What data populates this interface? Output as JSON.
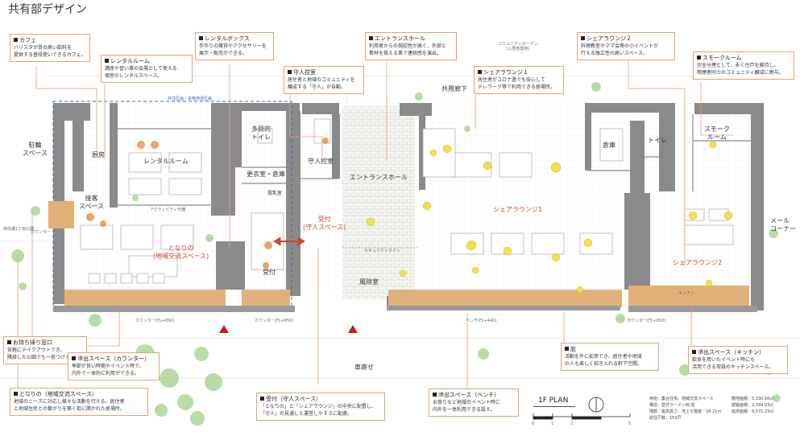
{
  "title": "共有部デザイン",
  "plan_label": "1F PLAN",
  "scale_ticks": [
    "0",
    "1",
    "2",
    "5"
  ],
  "colors": {
    "wall": "#8a8a8a",
    "wood": "#e5b47e",
    "accent_red": "#d2462a",
    "callout_border": "#e3a178",
    "tree_green": "#7fbf5e",
    "chair_yellow": "#f3e04a",
    "dashed_blue": "#3a6fb0"
  },
  "rooms": {
    "bike": "駐輪\nスペース",
    "kitchen": "厨房",
    "rental_room": "レンタルルーム",
    "reception_space": "接客\nスペース",
    "multipurpose_toilet": "多目的\nトイレ",
    "locker": "更衣室・倉庫",
    "small_room": "授乳室",
    "manager_room": "守人控室",
    "entrance_hall": "エントランスホール",
    "share_lounge1": "シェアラウンジ1",
    "share_lounge2": "シェアラウンジ2",
    "storage": "倉庫",
    "toilet": "トイレ",
    "smoke_room": "スモーク\nルーム",
    "mail_corner": "メール\nコーナー",
    "windbreak": "風除室",
    "reception": "受付",
    "reception_red": "受付\n(守人スペース)",
    "tonari": "となりの\n(地域交流スペース)",
    "common_corridor": "共用廊下",
    "kurumayose": "車寄せ",
    "security_line": "セキュリティライン",
    "community_garden": "コミュニティガーデン\n(入居者専用)",
    "west_park": "西加瀬1丁目公園",
    "dashed_area": "共住区画・資格用途区画",
    "counter1": "カウンター(FL+850)",
    "counter2": "カウンター(FL+850)",
    "bench": "ベンチ(FL+440)",
    "counter3": "カウンター(FL+850)",
    "kitchen2": "キッチン",
    "kabe": "カウンター",
    "cafe_counter": "アクティビティ什器"
  },
  "callouts": {
    "cafe": {
      "title": "カフェ",
      "body": "バリスタが質の高い飲料を\n提供する普段使いできるカフェ。"
    },
    "rental_room": {
      "title": "レンタルルーム",
      "body": "講座や習い事の会場として使える\n個室のレンタルスペース。"
    },
    "rental_box": {
      "title": "レンタルボックス",
      "body": "手作りの雑貨やアクセサリーを\n展示・販売ができる。"
    },
    "manager": {
      "title": "守人控室",
      "body": "居住者と地域のコミュニティを\n醸成する「守人」が自動。"
    },
    "entrance": {
      "title": "エントランスホール",
      "body": "利用者からの視認性が高く、外部と\n素材を揃える事で連続感を演出。"
    },
    "lounge1": {
      "title": "シェアラウンジ１",
      "body": "居住者がコロナ過でも安心して\nテレワーク等で利用できる居場所。"
    },
    "lounge2": {
      "title": "シェアラウンジ２",
      "body": "料理教室やママ会等の小イベントが\n行える独立性の高いスペース。"
    },
    "smoke": {
      "title": "スモークルーム",
      "body": "完全分煙として、永く住戸を維持し、\n喫煙者同士のコミュニティ醸成に寄与。"
    },
    "takeout": {
      "title": "お持ち帰り窓口",
      "body": "気軽にテイクアウトでき、\n隣接した公園でも一息つける。"
    },
    "spill_counter": {
      "title": "滲出スペース（カウンター）",
      "body": "季節が良い時期やイベント時で、\n内外で一体的に利用ができる。"
    },
    "tonari": {
      "title": "となりの（地域交流スペース）",
      "body": "地域のニーズに対応し様々な活動を行える、居住者\nと地域住民との繋がりを築く街に開かれた居場所。"
    },
    "uketsuke": {
      "title": "受付（守人スペース）",
      "body": "「となりの」と「シェアラウンジ」の中央に配置し、\n「守人」の見通しと運営しやすさに配慮。"
    },
    "spill_bench": {
      "title": "滲出スペース（ベンチ）",
      "body": "お祭りなど地域のイベント時に\n内外を一体利用できる設え。"
    },
    "eaves": {
      "title": "庇",
      "body": "活動を外に拡張でき、居住者や地域\nの人も楽しく招き入れる軒下空間。"
    },
    "spill_kitchen": {
      "title": "滲出スペース（キッチン）",
      "body": "飲食を用いたイベント時にも\n活用できる常設のキッチンスペース。"
    }
  },
  "info": {
    "left": "用途：集合住宅、地域交流スペース\n構造：壁式ラーメンRC造\n階数／最高高さ：地上６階建／18.21m\n総住戸数：153戸",
    "right": "敷地面積：5,330.56㎡\n建築面積：2,334.93㎡\n延床面積：9,571.23㎡"
  }
}
